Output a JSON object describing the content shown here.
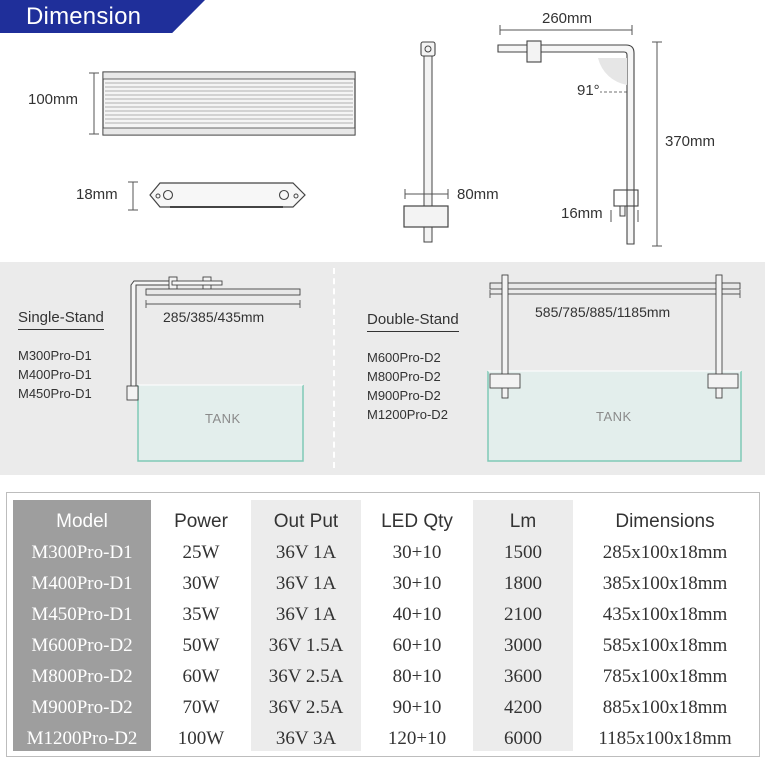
{
  "header": {
    "title": "Dimension"
  },
  "dimensions": {
    "light_height": "100mm",
    "light_thickness": "18mm",
    "bracket_length": "260mm",
    "bracket_angle": "91°",
    "bracket_height": "370mm",
    "clamp_width": "80mm",
    "clamp_gap": "16mm"
  },
  "single_stand": {
    "title": "Single-Stand",
    "length_label": "285/385/435mm",
    "models": [
      "M300Pro-D1",
      "M400Pro-D1",
      "M450Pro-D1"
    ],
    "tank_label": "TANK"
  },
  "double_stand": {
    "title": "Double-Stand",
    "length_label": "585/785/885/1185mm",
    "models": [
      "M600Pro-D2",
      "M800Pro-D2",
      "M900Pro-D2",
      "M1200Pro-D2"
    ],
    "tank_label": "TANK"
  },
  "spec_table": {
    "headers": [
      "Model",
      "Power",
      "Out Put",
      "LED Qty",
      "Lm",
      "Dimensions"
    ],
    "rows": [
      [
        "M300Pro-D1",
        "25W",
        "36V 1A",
        "30+10",
        "1500",
        "285x100x18mm"
      ],
      [
        "M400Pro-D1",
        "30W",
        "36V 1A",
        "30+10",
        "1800",
        "385x100x18mm"
      ],
      [
        "M450Pro-D1",
        "35W",
        "36V 1A",
        "40+10",
        "2100",
        "435x100x18mm"
      ],
      [
        "M600Pro-D2",
        "50W",
        "36V 1.5A",
        "60+10",
        "3000",
        "585x100x18mm"
      ],
      [
        "M800Pro-D2",
        "60W",
        "36V 2.5A",
        "80+10",
        "3600",
        "785x100x18mm"
      ],
      [
        "M900Pro-D2",
        "70W",
        "36V 2.5A",
        "90+10",
        "4200",
        "885x100x18mm"
      ],
      [
        "M1200Pro-D2",
        "100W",
        "36V 3A",
        "120+10",
        "6000",
        "1185x100x18mm"
      ]
    ]
  },
  "colors": {
    "ribbon": "#1f2f9a",
    "band": "#ebebeb",
    "tank_edge": "#7fc9b6",
    "model_col": "#9e9e9e"
  }
}
